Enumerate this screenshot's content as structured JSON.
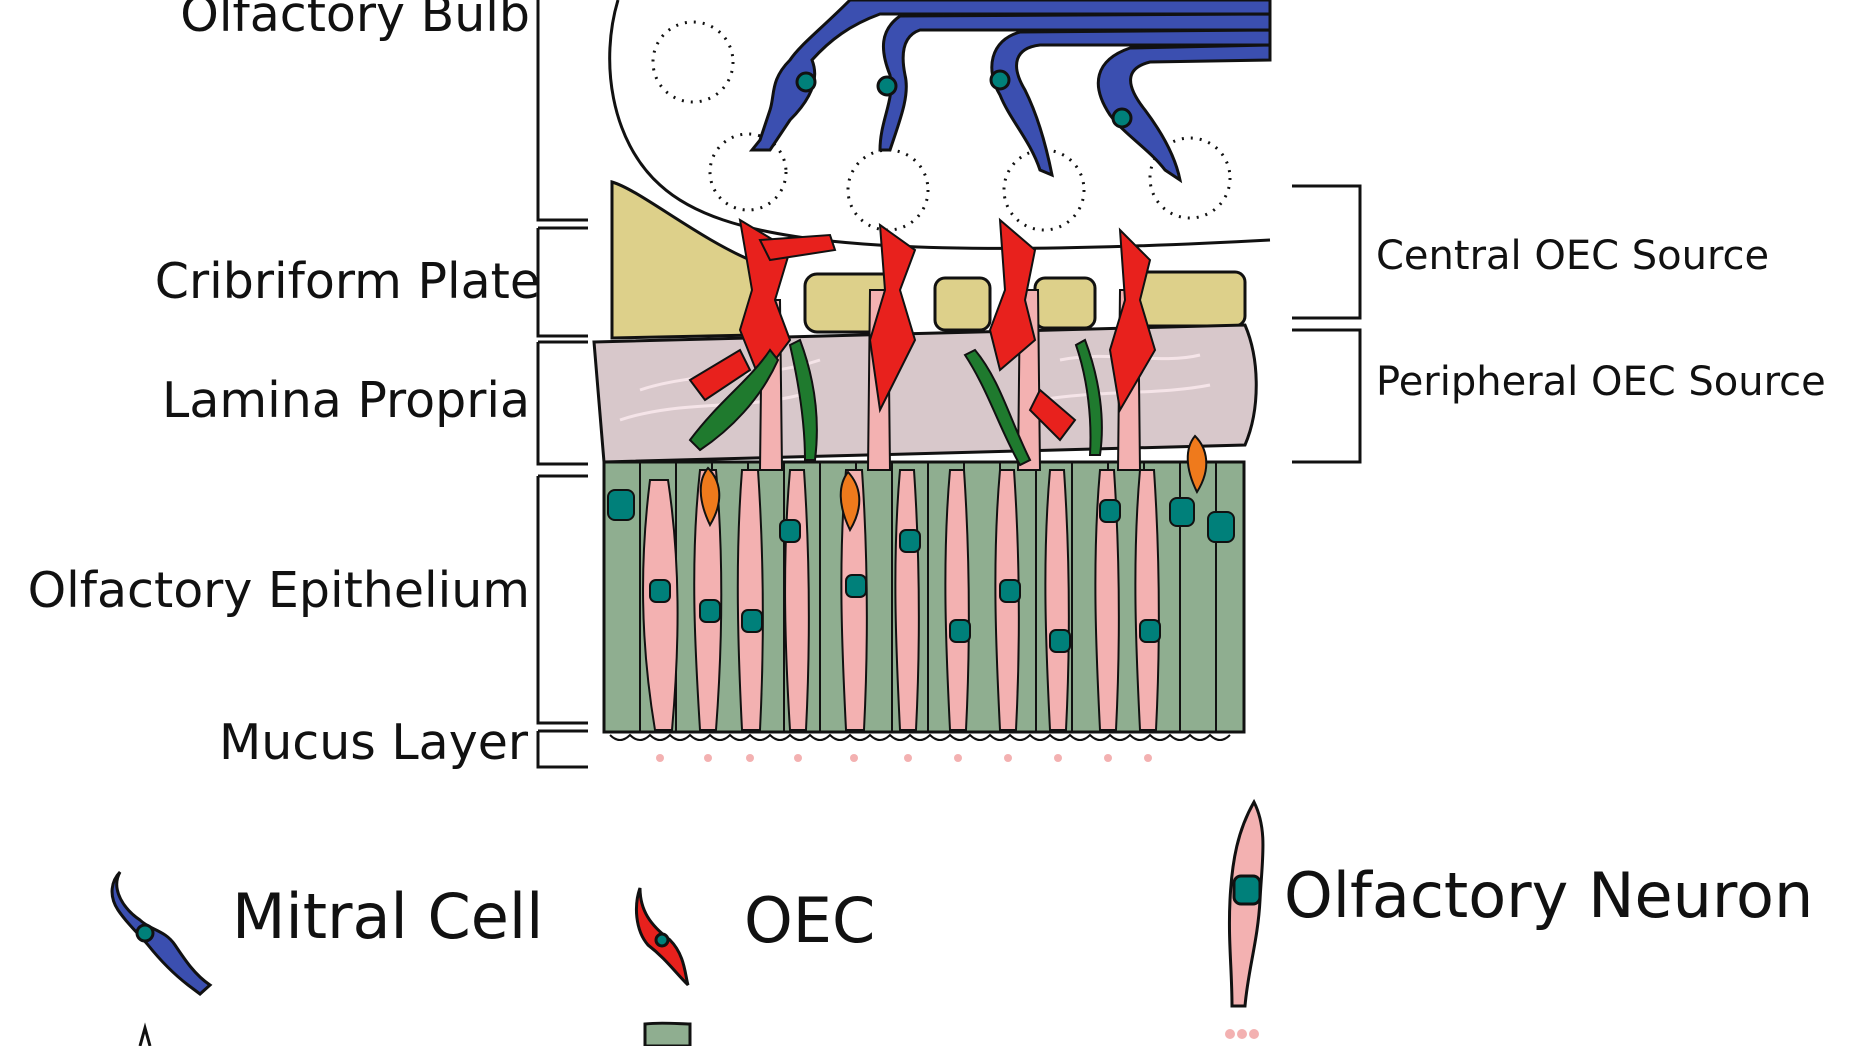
{
  "layers": {
    "olfactory_bulb": "Olfactory Bulb",
    "cribriform_plate": "Cribriform Plate",
    "lamina_propria": "Lamina Propria",
    "olfactory_epithelium": "Olfactory Epithelium",
    "mucus_layer": "Mucus Layer"
  },
  "sources": {
    "central": "Central OEC Source",
    "peripheral": "Peripheral OEC Source"
  },
  "legend": {
    "mitral_cell": "Mitral Cell",
    "oec": "OEC",
    "olfactory_neuron": "Olfactory Neuron"
  },
  "colors": {
    "mitral": "#3b4fb0",
    "oec": "#e8211d",
    "neuron": "#f3b1b1",
    "nucleus": "#00807a",
    "bone": "#ddd08a",
    "lamina": "#d8c8cb",
    "epithelium": "#8fae90",
    "green_cell": "#1f7a2e",
    "orange_cell": "#ef7a1c"
  }
}
